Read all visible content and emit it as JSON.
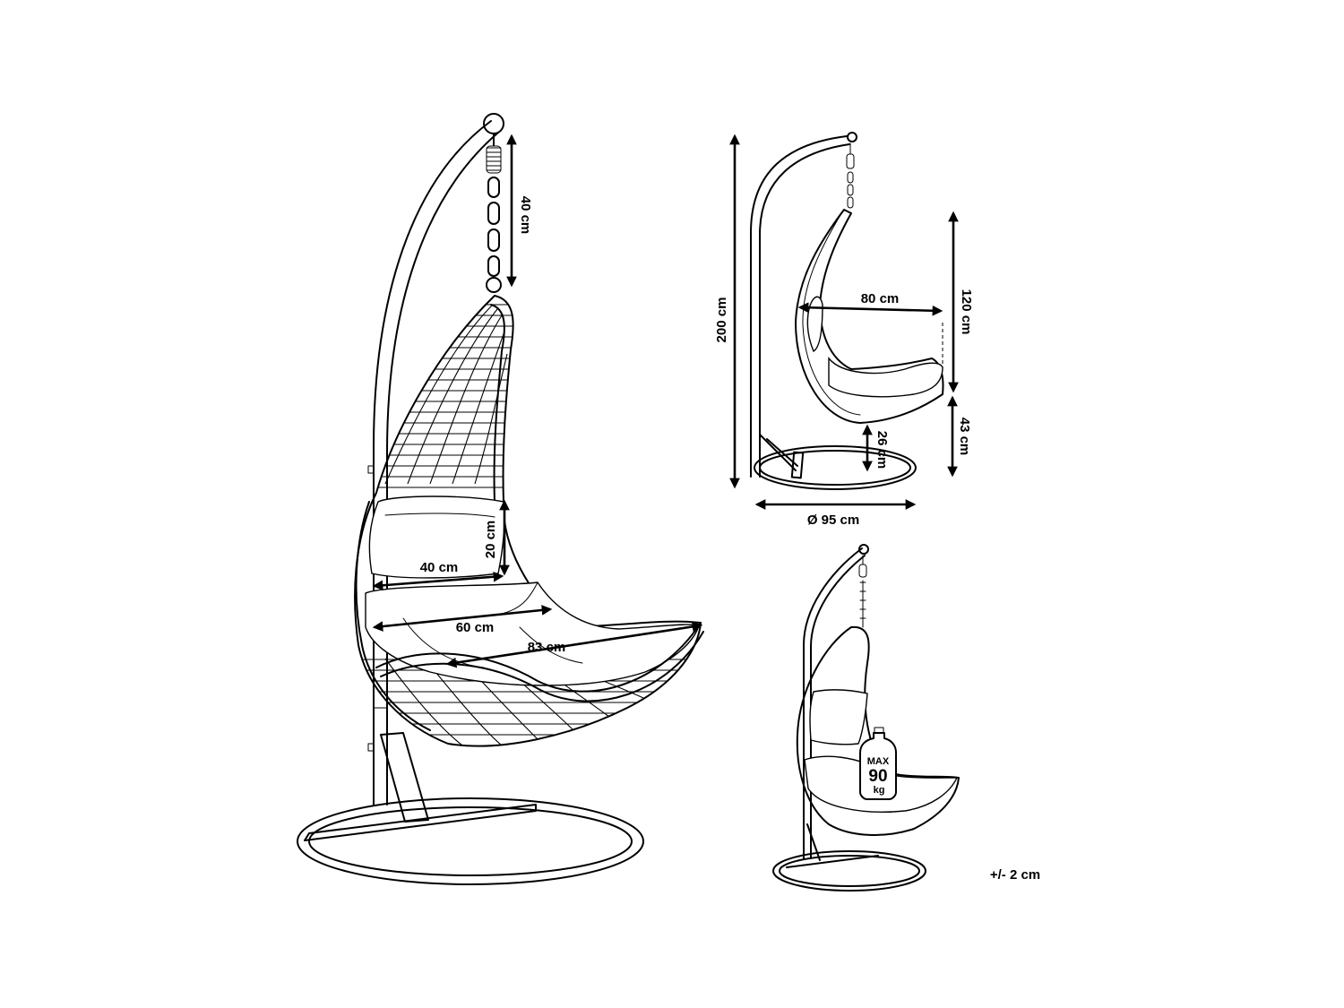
{
  "main_view": {
    "chain_length": "40 cm",
    "headrest_height": "20 cm",
    "seat_width_top": "40 cm",
    "seat_width_middle": "60 cm",
    "seat_length": "83 cm"
  },
  "side_view": {
    "total_height": "200 cm",
    "seat_depth": "80 cm",
    "seat_height": "120 cm",
    "base_to_seat": "26 cm",
    "ground_to_seat": "43 cm",
    "base_diameter": "Ø 95 cm"
  },
  "load_view": {
    "max_label": "MAX",
    "max_value": "90",
    "max_unit": "kg"
  },
  "tolerance": "+/- 2 cm"
}
